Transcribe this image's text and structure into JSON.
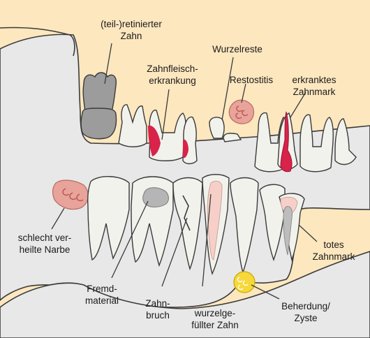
{
  "colors": {
    "background": "#fde7bf",
    "bone": "#e8e8e8",
    "tooth": "#f2f2ed",
    "outline": "#3a3a3a",
    "gum_inflamed": "#d8234a",
    "pulp_diseased": "#d8234a",
    "pulp_dead": "#bdbdbd",
    "scar_and_ostitis": "#e8a39a",
    "cyst": "#f6d83a",
    "impacted_tooth": "#9c9c9c",
    "root_filling": "#f6d0c8",
    "foreign_material": "#b5b5b5"
  },
  "labels": {
    "impacted_tooth": [
      "(teil-)retinierter",
      "Zahn"
    ],
    "gum_disease": [
      "Zahnfleisch-",
      "erkrankung"
    ],
    "root_remnants": [
      "Wurzelreste"
    ],
    "residual_ostitis": [
      "Restostitis"
    ],
    "diseased_pulp": [
      "erkranktes",
      "Zahnmark"
    ],
    "poorly_healed_scar": [
      "schlecht ver-",
      "heilte Narbe"
    ],
    "dead_pulp": [
      "totes",
      "Zahnmark"
    ],
    "foreign_material": [
      "Fremd-",
      "material"
    ],
    "fractured_tooth": [
      "Zahn-",
      "bruch"
    ],
    "root_filled_tooth": [
      "wurzelge-",
      "füllter Zahn"
    ],
    "cyst": [
      "Beherdung/",
      "Zyste"
    ]
  }
}
